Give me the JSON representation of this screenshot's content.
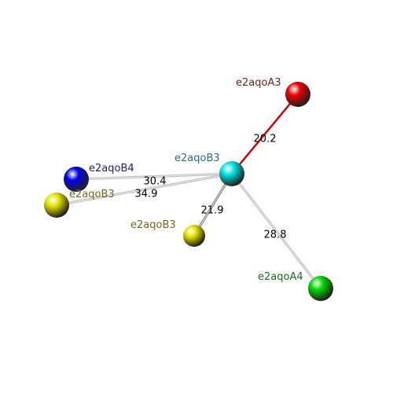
{
  "nodes": [
    {
      "id": "n_b3_center",
      "label": "e2aqoB3",
      "color": "#00e5e5",
      "label_color": "#2f6f6f"
    },
    {
      "id": "n_a3",
      "label": "e2aqoA3",
      "color": "#ee0000",
      "label_color": "#6b1f1f"
    },
    {
      "id": "n_b4",
      "label": "e2aqoB4",
      "color": "#0000ee",
      "label_color": "#1f1f6b"
    },
    {
      "id": "n_b3_left",
      "label": "e2aqoB3",
      "color": "#e5e500",
      "label_color": "#6b6b1f"
    },
    {
      "id": "n_b3_low",
      "label": "e2aqoB3",
      "color": "#e5e500",
      "label_color": "#6b6b1f"
    },
    {
      "id": "n_a4",
      "label": "e2aqoA4",
      "color": "#00dd00",
      "label_color": "#1f6b1f"
    }
  ],
  "edges": [
    {
      "from": "n_b3_center",
      "to": "n_a3",
      "label": "20.2",
      "color": "#cc0000"
    },
    {
      "from": "n_b3_center",
      "to": "n_b4",
      "label": "30.4",
      "color": "#bbbbbb"
    },
    {
      "from": "n_b3_center",
      "to": "n_b3_left",
      "label": "34.9",
      "color": "#bbbbbb"
    },
    {
      "from": "n_b3_center",
      "to": "n_b3_low",
      "label": "21.9",
      "color": "#777777"
    },
    {
      "from": "n_b3_center",
      "to": "n_a4",
      "label": "28.8",
      "color": "#bbbbbb"
    }
  ]
}
